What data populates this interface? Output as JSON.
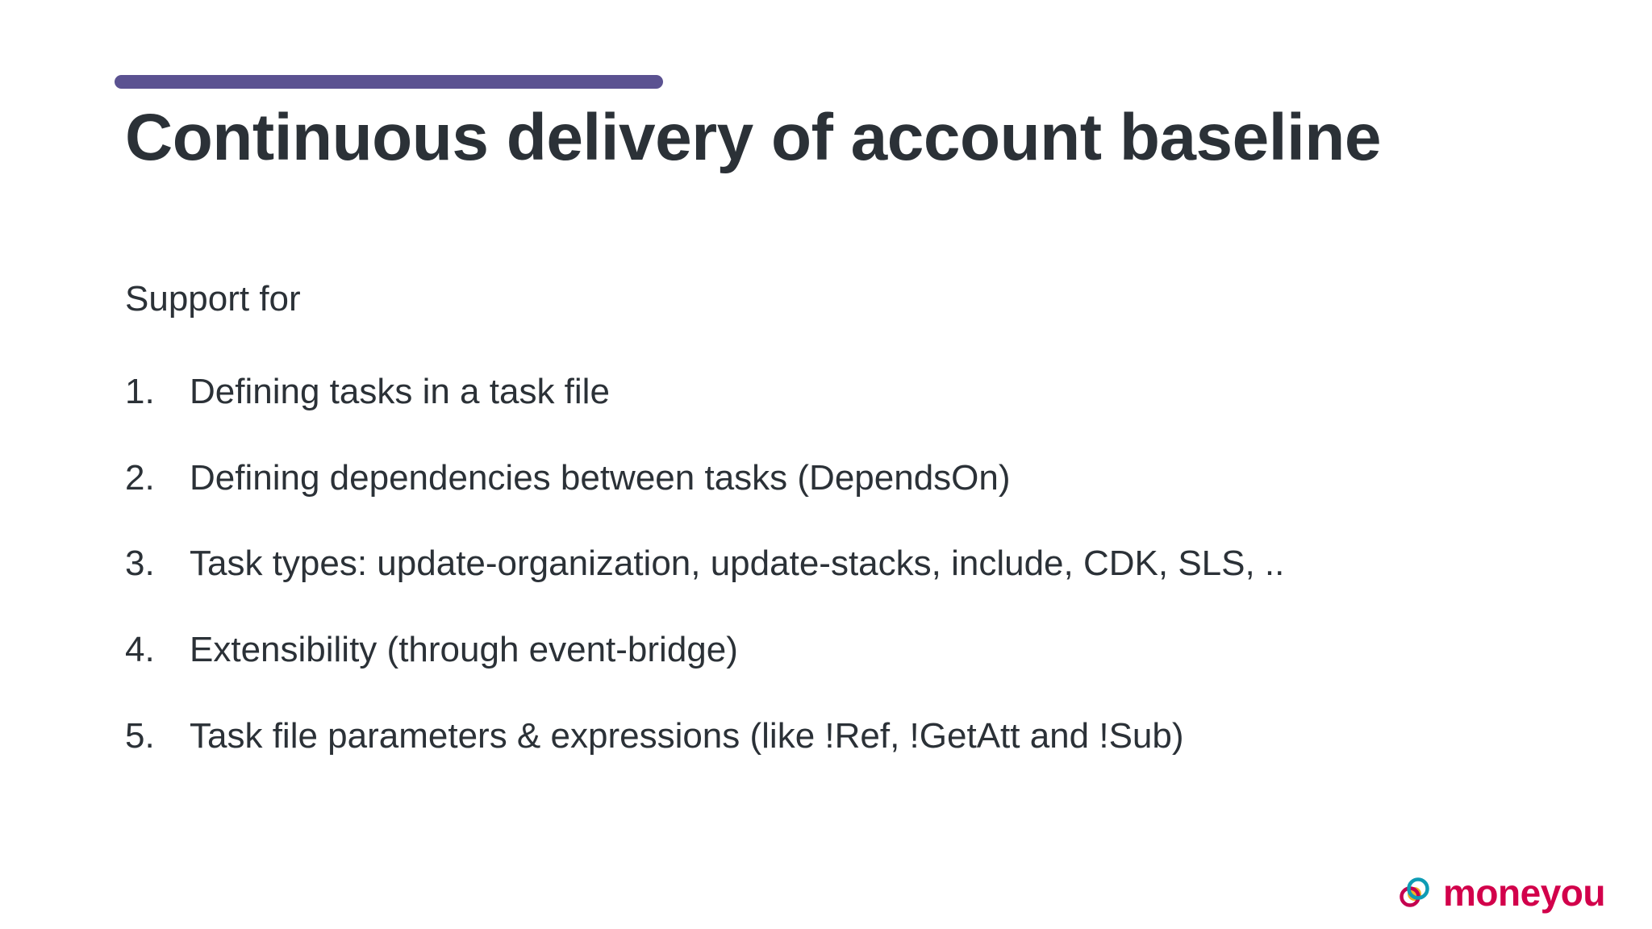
{
  "slide": {
    "title": "Continuous delivery of account baseline",
    "accent_color": "#5B5291",
    "text_color": "#2B3137",
    "background_color": "#FFFFFF",
    "intro": "Support for",
    "items": [
      {
        "marker": "1.",
        "text": "Defining tasks in a task file"
      },
      {
        "marker": "2.",
        "text": "Defining dependencies between tasks (DependsOn)"
      },
      {
        "marker": "3.",
        "text": "Task types: update-organization, update-stacks, include, CDK, SLS, .."
      },
      {
        "marker": "4.",
        "text": "Extensibility (through event-bridge)"
      },
      {
        "marker": "5.",
        "text": "Task file parameters & expressions (like !Ref, !GetAtt and !Sub)"
      }
    ]
  },
  "footer": {
    "logo": {
      "wordmark": "moneyou",
      "mark_icon": "moneyou-rings-icon",
      "wordmark_color": "#D2004B",
      "ring_teal_color": "#0E9CB5",
      "ring_crimson_color": "#C4004F",
      "circle_gold_color": "#F0B323"
    }
  }
}
